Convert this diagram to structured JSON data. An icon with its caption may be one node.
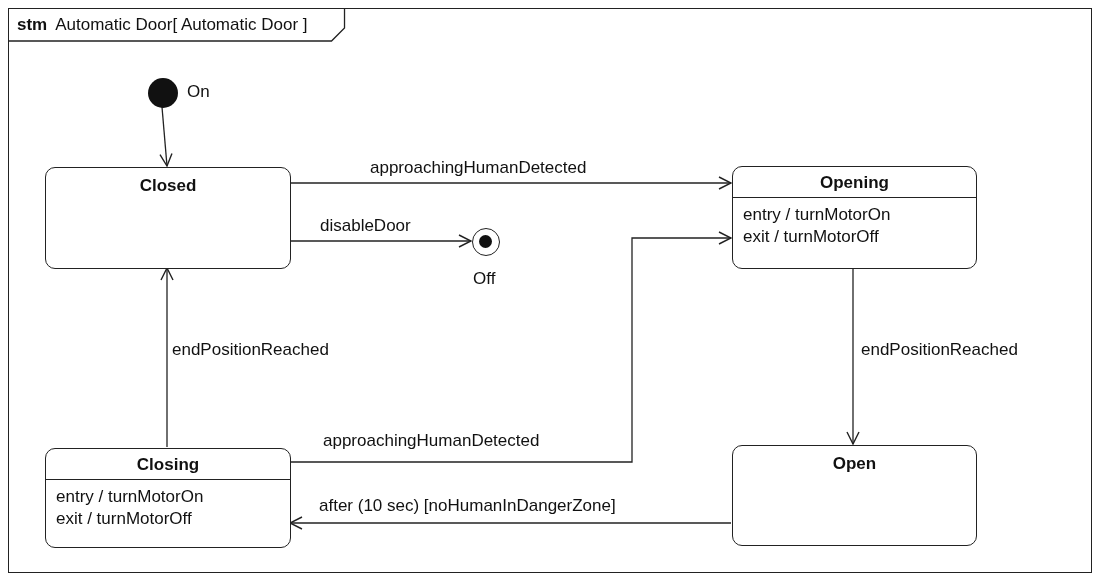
{
  "diagram": {
    "nodes": [
      {
        "text": [
          "stm",
          "Automatic Door[ Automatic Door ]"
        ]
      },
      {
        "text": [],
        "shape": "circle",
        "beside": [
          "On"
        ],
        "in": 0
      },
      {
        "text": [
          "Closed"
        ],
        "in": 0
      },
      {
        "text": [
          "Opening",
          "entry / turnMotorOn",
          "exit / turnMotorOff"
        ],
        "in": 0
      },
      {
        "text": [],
        "shape": "circle",
        "beside": [
          "Off"
        ],
        "in": 0
      },
      {
        "text": [
          "Closing",
          "entry / turnMotorOn",
          "exit / turnMotorOff"
        ],
        "in": 0
      },
      {
        "text": [
          "Open"
        ],
        "in": 0
      }
    ],
    "edges": [
      {
        "from": 1,
        "to": 2,
        "arrow": "to"
      },
      {
        "from": 2,
        "to": 3,
        "arrow": "to",
        "label": "approachingHumanDetected"
      },
      {
        "from": 2,
        "to": 4,
        "arrow": "to",
        "label": "disableDoor"
      },
      {
        "from": 3,
        "to": 6,
        "arrow": "to",
        "label": "endPositionReached"
      },
      {
        "from": 6,
        "to": 5,
        "arrow": "to",
        "label": "after (10 sec) [noHumanInDangerZone]"
      },
      {
        "from": 5,
        "to": 3,
        "arrow": "to",
        "label": "approachingHumanDetected"
      },
      {
        "from": 5,
        "to": 2,
        "arrow": "to",
        "label": "endPositionReached"
      }
    ]
  }
}
